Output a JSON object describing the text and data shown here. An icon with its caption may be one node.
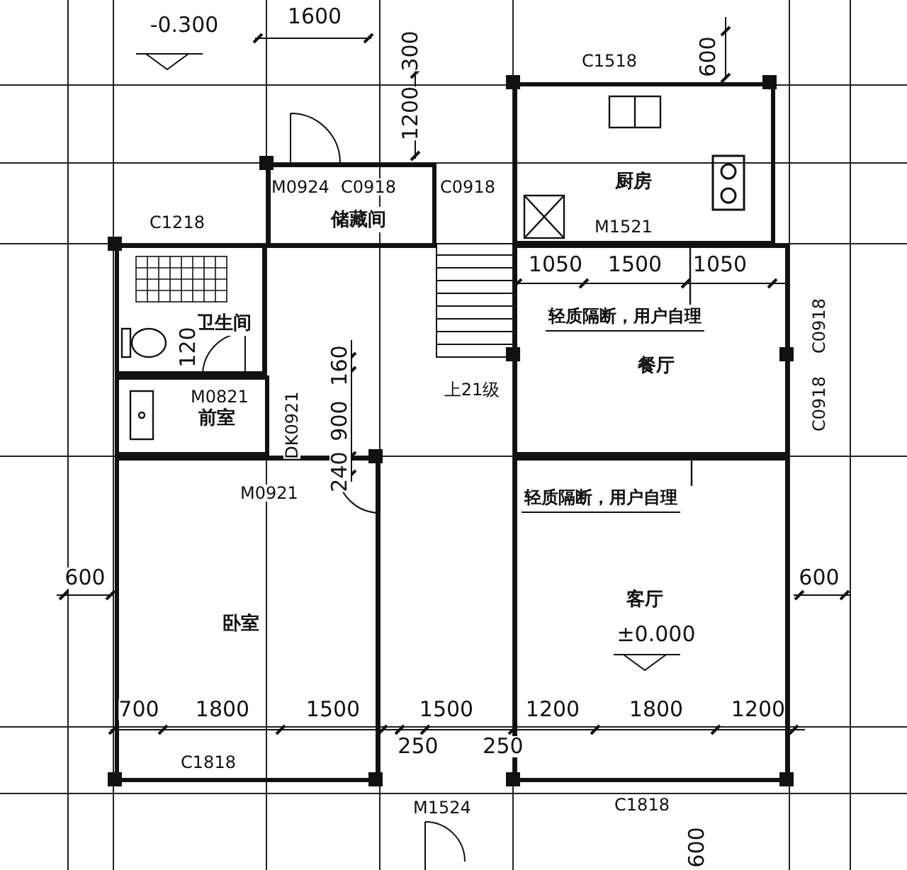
{
  "diagram": {
    "nodes": [
      {
        "text": [
          "储藏间"
        ]
      },
      {
        "text": [
          "厨房"
        ]
      },
      {
        "text": [
          "卫生间"
        ]
      },
      {
        "text": [
          "前室"
        ]
      },
      {
        "text": [
          "餐厅"
        ]
      },
      {
        "text": [
          "客厅"
        ]
      },
      {
        "text": [
          "卧室"
        ]
      },
      {
        "text": [
          "轻质隔断，用户自理"
        ],
        "in": 4
      },
      {
        "text": [
          "轻质隔断，用户自理"
        ],
        "in": 5
      }
    ],
    "edges": [
      {
        "from": 7,
        "to": 1,
        "arrow": "none"
      },
      {
        "from": 8,
        "to": 5,
        "arrow": "none"
      }
    ],
    "labels": [
      "-0.300",
      "1600",
      "300",
      "1200",
      "C1518",
      "600",
      "M0924",
      "C0918",
      "C0918",
      "C1218",
      "M1521",
      "1050",
      "1500",
      "1050",
      "C0918",
      "C0918",
      "120",
      "上21级",
      "M0821",
      "160",
      "DK0921",
      "900",
      "240",
      "M0921",
      "600",
      "600",
      "±0.000",
      "700",
      "1800",
      "1500",
      "1500",
      "1200",
      "1800",
      "1200",
      "250",
      "250",
      "C1818",
      "M1524",
      "C1818",
      "600"
    ]
  }
}
